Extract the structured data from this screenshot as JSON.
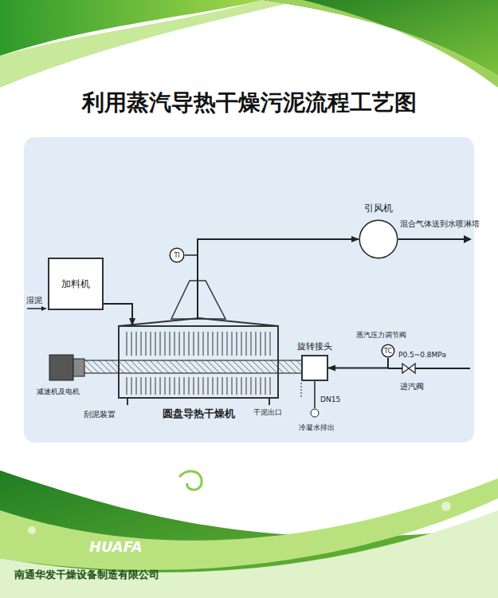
{
  "diagram": {
    "title": "利用蒸汽导热干燥污泥流程工艺图",
    "nodes": [
      {
        "text": [
          "加料机"
        ]
      },
      {
        "text": [
          "TI"
        ]
      },
      {
        "text": [
          "引风机"
        ]
      },
      {
        "text": [
          "圆盘导热干燥机"
        ]
      },
      {
        "text": [
          "旋转接头"
        ]
      },
      {
        "text": [
          "TC"
        ]
      }
    ],
    "edges": [
      {
        "from": 0,
        "to": 3,
        "arrow": "to"
      },
      {
        "from": 3,
        "to": 2,
        "arrow": "to"
      },
      {
        "from": 5,
        "to": 4,
        "arrow": "to"
      }
    ],
    "labels": [
      "混合气体送到水喷淋塔",
      "湿泥",
      "减速机及电机",
      "刮泥装置",
      "干泥出口",
      "DN15",
      "冷凝水排出",
      "蒸汽压力调节阀",
      "P0.5~0.8MPa",
      "进汽阀",
      "HUAFA",
      "南通华发干燥设备制造有限公司"
    ]
  }
}
